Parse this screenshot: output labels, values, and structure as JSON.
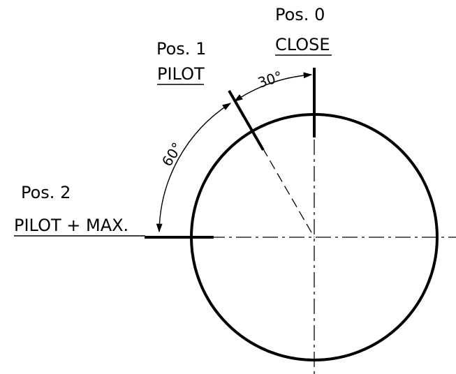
{
  "diagram": {
    "positions": [
      {
        "pos_label": "Pos. 0",
        "name": "CLOSE"
      },
      {
        "pos_label": "Pos. 1",
        "name": "PILOT"
      },
      {
        "pos_label": "Pos. 2",
        "name": "PILOT + MAX."
      }
    ],
    "angles": {
      "upper": "30°",
      "lower": "60°"
    }
  }
}
